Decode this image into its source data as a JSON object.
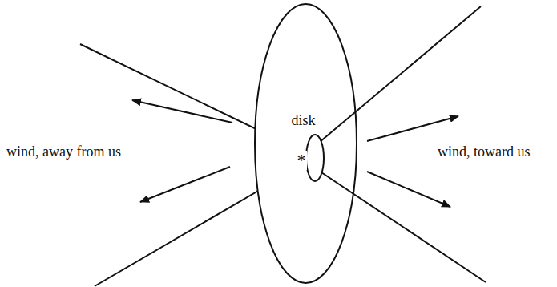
{
  "diagram": {
    "nodes": [
      {
        "text": [
          "disk"
        ]
      }
    ],
    "labels": [
      "*",
      "wind, away from us",
      "wind, toward us"
    ]
  }
}
